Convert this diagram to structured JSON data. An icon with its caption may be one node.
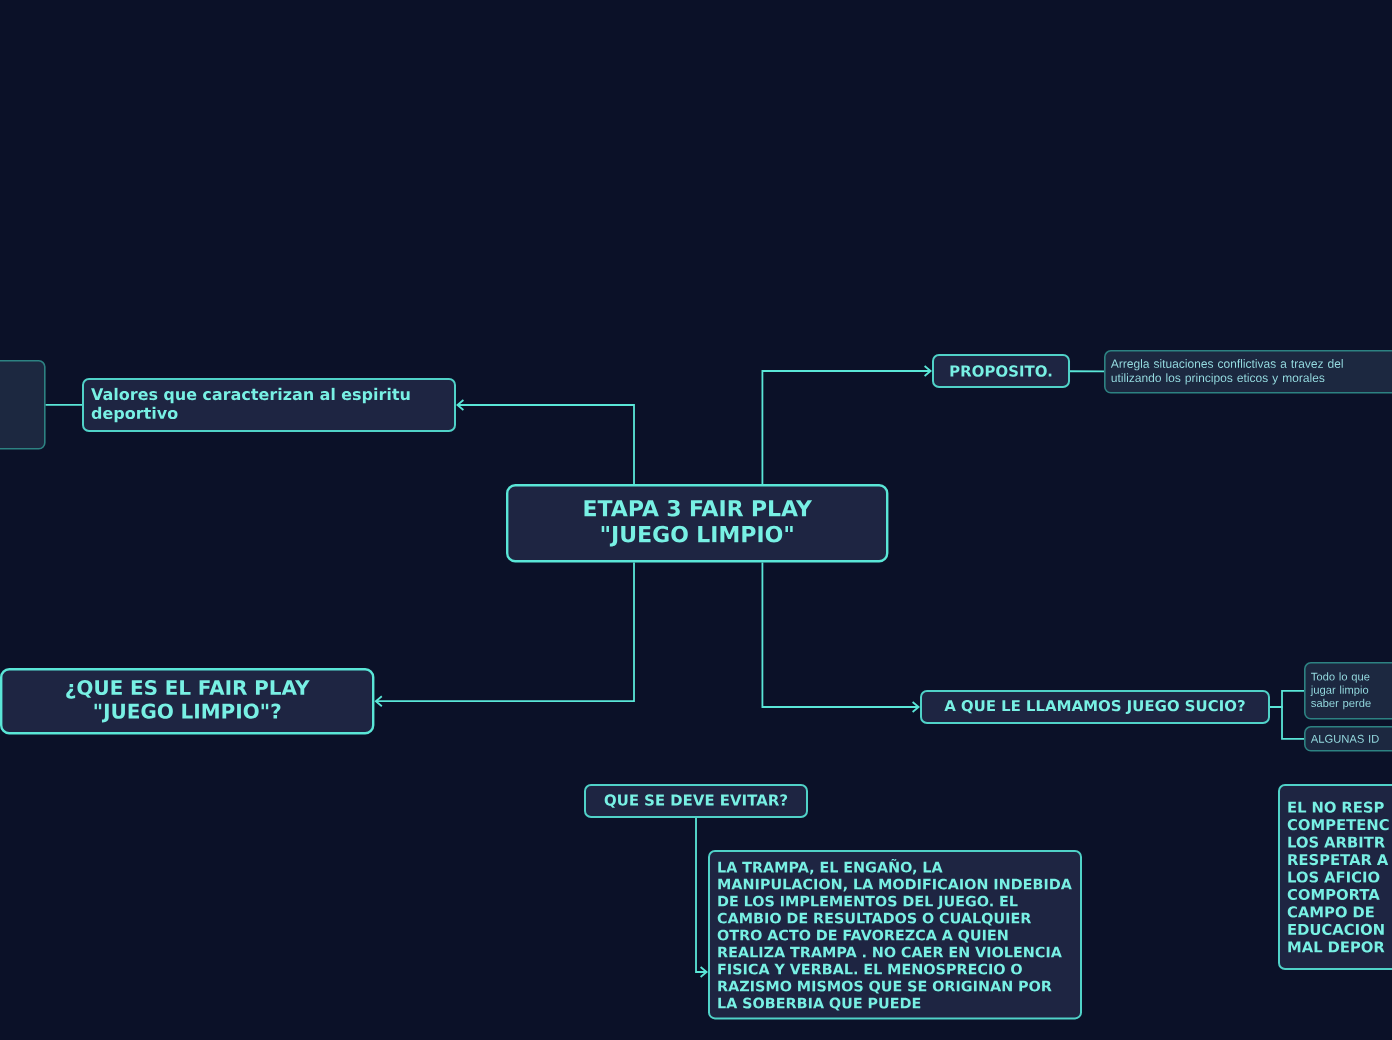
{
  "diagram": {
    "nodes": [
      {
        "text": [
          "ETAPA 3 FAIR PLAY \"JUEGO LIMPIO\""
        ]
      },
      {
        "text": [
          "Valores que caracterizan al espiritu deportivo"
        ]
      },
      {
        "text": [],
        "shape": "box"
      },
      {
        "text": [
          "¿QUE ES EL FAIR PLAY \"JUEGO LIMPIO\"?"
        ]
      },
      {
        "text": [
          "PROPOSITO."
        ]
      },
      {
        "text": [
          "Arregla situaciones conflictivas a travez del utilizando los principos eticos y morales"
        ]
      },
      {
        "text": [
          "A QUE LE LLAMAMOS JUEGO SUCIO?"
        ]
      },
      {
        "text": [
          "Todo lo que jugar limpio saber perde"
        ]
      },
      {
        "text": [
          "ALGUNAS ID"
        ]
      },
      {
        "text": [
          "QUE SE DEVE EVITAR?"
        ]
      },
      {
        "text": [
          "LA TRAMPA, EL ENGAÑO, LA MANIPULACION, LA MODIFICAION INDEBIDA DE LOS IMPLEMENTOS DEL JUEGO. EL CAMBIO DE RESULTADOS O CUALQUIER OTRO ACTO DE FAVOREZCA A QUIEN REALIZA TRAMPA . NO CAER EN VIOLENCIA FISICA Y VERBAL. EL MENOSPRECIO O RAZISMO MISMOS QUE SE ORIGINAN POR LA SOBERBIA QUE PUEDE"
        ]
      },
      {
        "text": [
          "EL NO RESP COMPETENC LOS ARBITR RESPETAR A LOS AFICIO COMPORTA CAMPO DE EDUCACION MAL DEPOR"
        ]
      }
    ],
    "edges": [
      {
        "from": 0,
        "to": 1,
        "arrow": "to"
      },
      {
        "from": 1,
        "to": 2,
        "arrow": "none"
      },
      {
        "from": 0,
        "to": 4,
        "arrow": "to"
      },
      {
        "from": 4,
        "to": 5,
        "arrow": "none"
      },
      {
        "from": 0,
        "to": 3,
        "arrow": "to"
      },
      {
        "from": 0,
        "to": 6,
        "arrow": "to"
      },
      {
        "from": 6,
        "to": 7,
        "arrow": "none"
      },
      {
        "from": 6,
        "to": 8,
        "arrow": "none"
      },
      {
        "from": 9,
        "to": 10,
        "arrow": "to"
      }
    ]
  }
}
